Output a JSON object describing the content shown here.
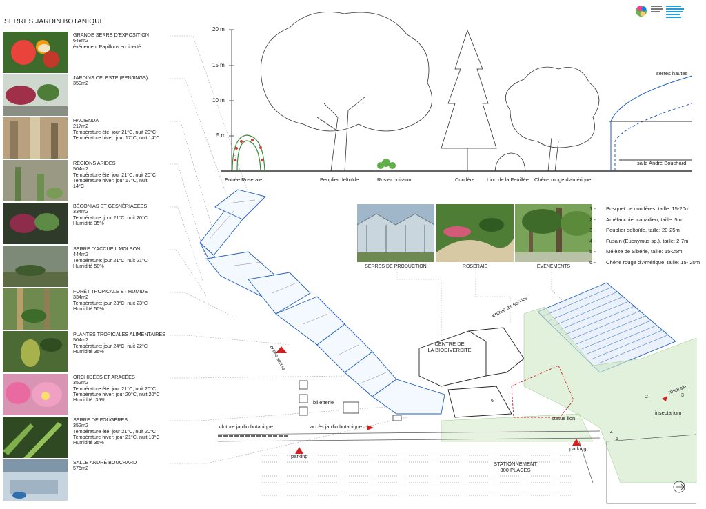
{
  "title": "SERRES JARDIN BOTANIQUE",
  "greenhouses": [
    {
      "name": "GRANDE SERRE D'EXPOSITION",
      "lines": [
        "648m2",
        "événement Papillons en liberté"
      ]
    },
    {
      "name": "JARDINS CELESTE (PENJINGS)",
      "lines": [
        "350m2"
      ]
    },
    {
      "name": "HACIENDA",
      "lines": [
        "217m2",
        "Température été: jour 21°C, nuit 20°C",
        "Température hiver: jour 17°C, nuit 14°C"
      ]
    },
    {
      "name": "RÉGIONS ARIDES",
      "lines": [
        "504m2",
        "Température été: jour 21°C, nuit 20°C",
        "Température hiver: jour 17°C, nuit",
        "14°C"
      ]
    },
    {
      "name": "BÉGONIAS ET GESNÉRIACÉES",
      "lines": [
        "334m2",
        "Température: jour 21°C, nuit 20°C",
        "Humidité 35%"
      ]
    },
    {
      "name": "SERRE D'ACCUEIL MOLSON",
      "lines": [
        "444m2",
        "Température: jour 21°C, nuit 21°C",
        "Humidité 50%"
      ]
    },
    {
      "name": "FORÊT TROPICALE ET HUMIDE",
      "lines": [
        "334m2",
        "Température: jour 23°C, nuit 23°C",
        "Humidité 50%"
      ]
    },
    {
      "name": "PLANTES TROPICALES ALIMENTAIRES",
      "lines": [
        "504m2",
        "Température: jour 24°C, nuit 22°C",
        "Humidité 35%"
      ]
    },
    {
      "name": "ORCHIDÉES ET ARACÉES",
      "lines": [
        "352m2",
        "Température été: jour 21°C, nuit 20°C",
        "Température hiver: jour 20°C, nuit 20°C",
        "Humidité: 35%"
      ]
    },
    {
      "name": "SERRE DE FOUGÈRES",
      "lines": [
        "352m2",
        "Température été: jour 21°C, nuit 20°C",
        "Température hiver: jour 21°C, nuit 19°C",
        "Humidité 35%"
      ]
    },
    {
      "name": "SALLE ANDRÉ BOUCHARD",
      "lines": [
        "575m2"
      ]
    }
  ],
  "elevation": {
    "ticks": [
      "20 m",
      "15 m",
      "10 m",
      "5 m"
    ],
    "labels": [
      "Entrée Roseraie",
      "Peuplier deltoïde",
      "Rosier buisson",
      "Conifère",
      "Lion de la Feuillée",
      "Chêne rouge d'amérique"
    ],
    "serres_hautes": "serres hautes",
    "salle": "salle André Bouchard"
  },
  "photos": [
    {
      "caption": "SERRES DE PRODUCTION"
    },
    {
      "caption": "ROSERAIE"
    },
    {
      "caption": "EVENEMENTS"
    }
  ],
  "legend": [
    {
      "num": "1 -",
      "text": "Bosquet de conifères, taille: 15-20m"
    },
    {
      "num": "2 -",
      "text": "Amélanchier canadien, taille: 5m"
    },
    {
      "num": "3 -",
      "text": "Peuplier deltoïde, taille: 20-25m"
    },
    {
      "num": "4 -",
      "text": "Fusain (Euonymus sp.), taille: 2-7m"
    },
    {
      "num": "5 -",
      "text": "Mélèze de Sibérie, taille: 15-25m"
    },
    {
      "num": "6 -",
      "text": "Chêne rouge d'Amérique, taille: 15- 20m"
    }
  ],
  "plan": {
    "entree_service": "entrée de service",
    "acces_serres": "accès serres",
    "centre_line1": "CENTRE DE",
    "centre_line2": "LA BIODIVERSITÉ",
    "billetterie": "billetterie",
    "cloture": "cloture jardin botanique",
    "acces_jardin": "accès jardin botanique",
    "statue_lion": "statue lion",
    "roseraie": "roseraie",
    "insectarium": "insectarium",
    "parking_1": "parking",
    "parking_2": "parking",
    "stationnement_line1": "STATIONNEMENT",
    "stationnement_line2": "300 PLACES",
    "num_6": "6",
    "num_2": "2",
    "num_3": "3",
    "num_4": "4",
    "num_5": "5"
  },
  "colors": {
    "greenhouse_outline": "#1f5fbf",
    "arrow_red": "#d42020",
    "vegetation": "#9ccf8a",
    "dashed_red": "#cc2222"
  }
}
